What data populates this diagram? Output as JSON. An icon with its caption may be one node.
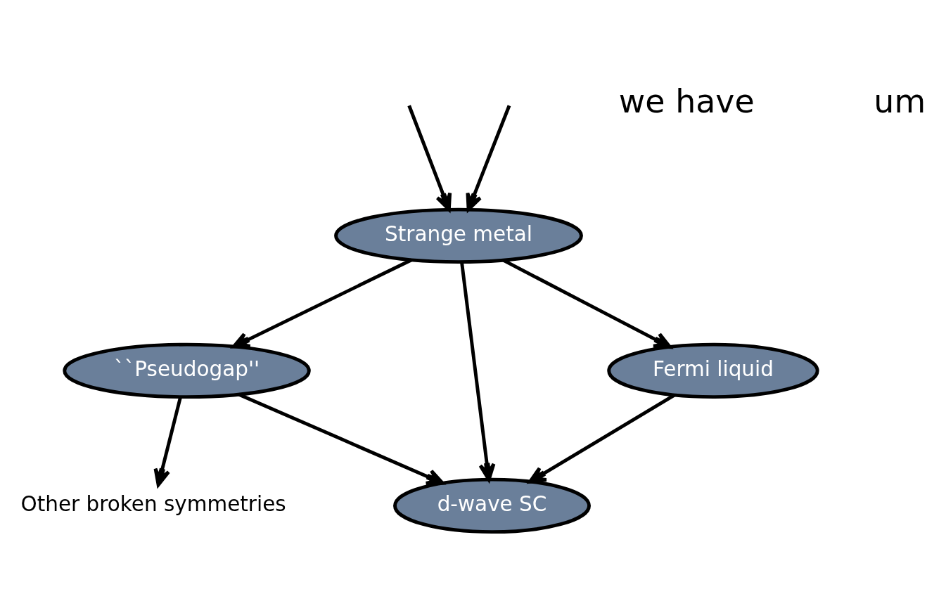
{
  "diagram": {
    "nodes": [
      {
        "text": [
          "Strange metal"
        ]
      },
      {
        "text": [
          "``Pseudogap''"
        ]
      },
      {
        "text": [
          "Fermi liquid"
        ]
      },
      {
        "text": [
          "d-wave SC"
        ]
      },
      {
        "text": [
          "Other broken symmetries"
        ]
      }
    ],
    "edges": [
      {
        "from": null,
        "to": 0,
        "arrow": "to"
      },
      {
        "from": null,
        "to": 0,
        "arrow": "to"
      },
      {
        "from": 0,
        "to": 1,
        "arrow": "to"
      },
      {
        "from": 0,
        "to": 2,
        "arrow": "to"
      },
      {
        "from": 0,
        "to": 3,
        "arrow": "to"
      },
      {
        "from": 1,
        "to": 3,
        "arrow": "to"
      },
      {
        "from": 2,
        "to": 3,
        "arrow": "to"
      },
      {
        "from": 1,
        "to": 4,
        "arrow": "to"
      }
    ],
    "labels": [
      "we have",
      "um"
    ]
  }
}
